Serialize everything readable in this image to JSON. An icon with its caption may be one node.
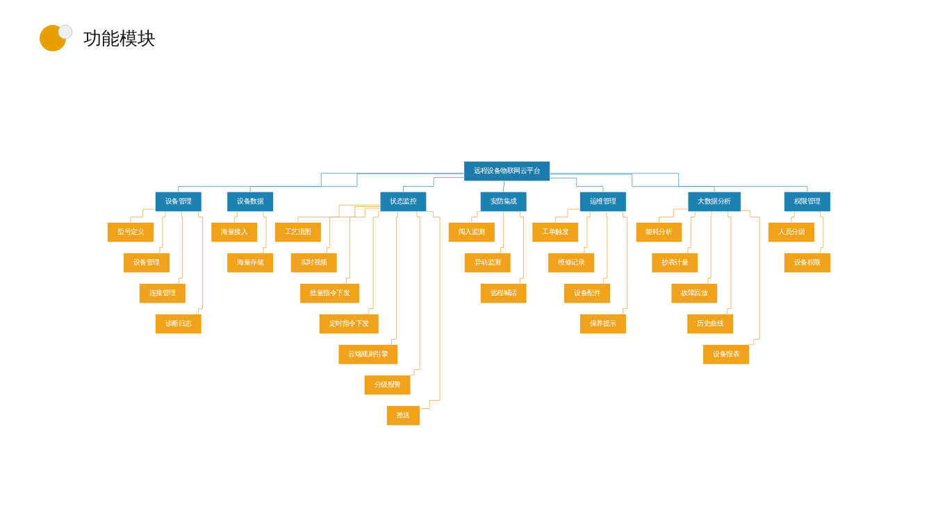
{
  "diagram": {
    "title": "功能模块",
    "nodes": [
      {
        "text": [
          "远程设备物联网云平台"
        ]
      },
      {
        "text": [
          "设备管理"
        ]
      },
      {
        "text": [
          "设备数据"
        ]
      },
      {
        "text": [
          "状态监控"
        ]
      },
      {
        "text": [
          "安防集成"
        ]
      },
      {
        "text": [
          "运维管理"
        ]
      },
      {
        "text": [
          "大数据分析"
        ]
      },
      {
        "text": [
          "权限管理"
        ]
      },
      {
        "text": [
          "型号定义"
        ]
      },
      {
        "text": [
          "设备管理"
        ]
      },
      {
        "text": [
          "连接管理"
        ]
      },
      {
        "text": [
          "诊断日志"
        ]
      },
      {
        "text": [
          "海量接入"
        ]
      },
      {
        "text": [
          "海量存储"
        ]
      },
      {
        "text": [
          "工艺流图"
        ]
      },
      {
        "text": [
          "实时视频"
        ]
      },
      {
        "text": [
          "批量指令下发"
        ]
      },
      {
        "text": [
          "定时指令下发"
        ]
      },
      {
        "text": [
          "云端规则引擎"
        ]
      },
      {
        "text": [
          "分级报警"
        ]
      },
      {
        "text": [
          "推送"
        ]
      },
      {
        "text": [
          "闯入监测"
        ]
      },
      {
        "text": [
          "异动监测"
        ]
      },
      {
        "text": [
          "远程喊话"
        ]
      },
      {
        "text": [
          "工单触发"
        ]
      },
      {
        "text": [
          "维修记录"
        ]
      },
      {
        "text": [
          "设备配件"
        ]
      },
      {
        "text": [
          "保养提示"
        ]
      },
      {
        "text": [
          "能耗分析"
        ]
      },
      {
        "text": [
          "抄表计量"
        ]
      },
      {
        "text": [
          "故障回放"
        ]
      },
      {
        "text": [
          "历史曲线"
        ]
      },
      {
        "text": [
          "设备报表"
        ]
      },
      {
        "text": [
          "人员分级"
        ]
      },
      {
        "text": [
          "设备权限"
        ]
      }
    ],
    "edges": [
      {
        "from": 0,
        "to": 1,
        "arrow": "none",
        "color": "#3a8fb7"
      },
      {
        "from": 0,
        "to": 2,
        "arrow": "none",
        "color": "#3a8fb7"
      },
      {
        "from": 0,
        "to": 3,
        "arrow": "none",
        "color": "#3a8fb7"
      },
      {
        "from": 0,
        "to": 4,
        "arrow": "none",
        "color": "#3a8fb7"
      },
      {
        "from": 0,
        "to": 5,
        "arrow": "none",
        "color": "#3a8fb7"
      },
      {
        "from": 0,
        "to": 6,
        "arrow": "none",
        "color": "#3a8fb7"
      },
      {
        "from": 0,
        "to": 7,
        "arrow": "none",
        "color": "#3a8fb7"
      },
      {
        "from": 1,
        "to": 8,
        "arrow": "none"
      },
      {
        "from": 1,
        "to": 9,
        "arrow": "none"
      },
      {
        "from": 1,
        "to": 10,
        "arrow": "none"
      },
      {
        "from": 1,
        "to": 11,
        "arrow": "none"
      },
      {
        "from": 2,
        "to": 12,
        "arrow": "none"
      },
      {
        "from": 2,
        "to": 13,
        "arrow": "none"
      },
      {
        "from": 3,
        "to": 14,
        "arrow": "none"
      },
      {
        "from": 3,
        "to": 15,
        "arrow": "none"
      },
      {
        "from": 3,
        "to": 16,
        "arrow": "none"
      },
      {
        "from": 3,
        "to": 17,
        "arrow": "none"
      },
      {
        "from": 3,
        "to": 18,
        "arrow": "none"
      },
      {
        "from": 3,
        "to": 19,
        "arrow": "none"
      },
      {
        "from": 3,
        "to": 20,
        "arrow": "none"
      },
      {
        "from": 4,
        "to": 21,
        "arrow": "none"
      },
      {
        "from": 4,
        "to": 22,
        "arrow": "none"
      },
      {
        "from": 4,
        "to": 23,
        "arrow": "none"
      },
      {
        "from": 5,
        "to": 24,
        "arrow": "none"
      },
      {
        "from": 5,
        "to": 25,
        "arrow": "none"
      },
      {
        "from": 5,
        "to": 26,
        "arrow": "none"
      },
      {
        "from": 5,
        "to": 27,
        "arrow": "none"
      },
      {
        "from": 6,
        "to": 28,
        "arrow": "none"
      },
      {
        "from": 6,
        "to": 29,
        "arrow": "none"
      },
      {
        "from": 6,
        "to": 30,
        "arrow": "none"
      },
      {
        "from": 6,
        "to": 31,
        "arrow": "none"
      },
      {
        "from": 6,
        "to": 32,
        "arrow": "none"
      },
      {
        "from": 7,
        "to": 33,
        "arrow": "none"
      },
      {
        "from": 7,
        "to": 34,
        "arrow": "none"
      }
    ]
  }
}
